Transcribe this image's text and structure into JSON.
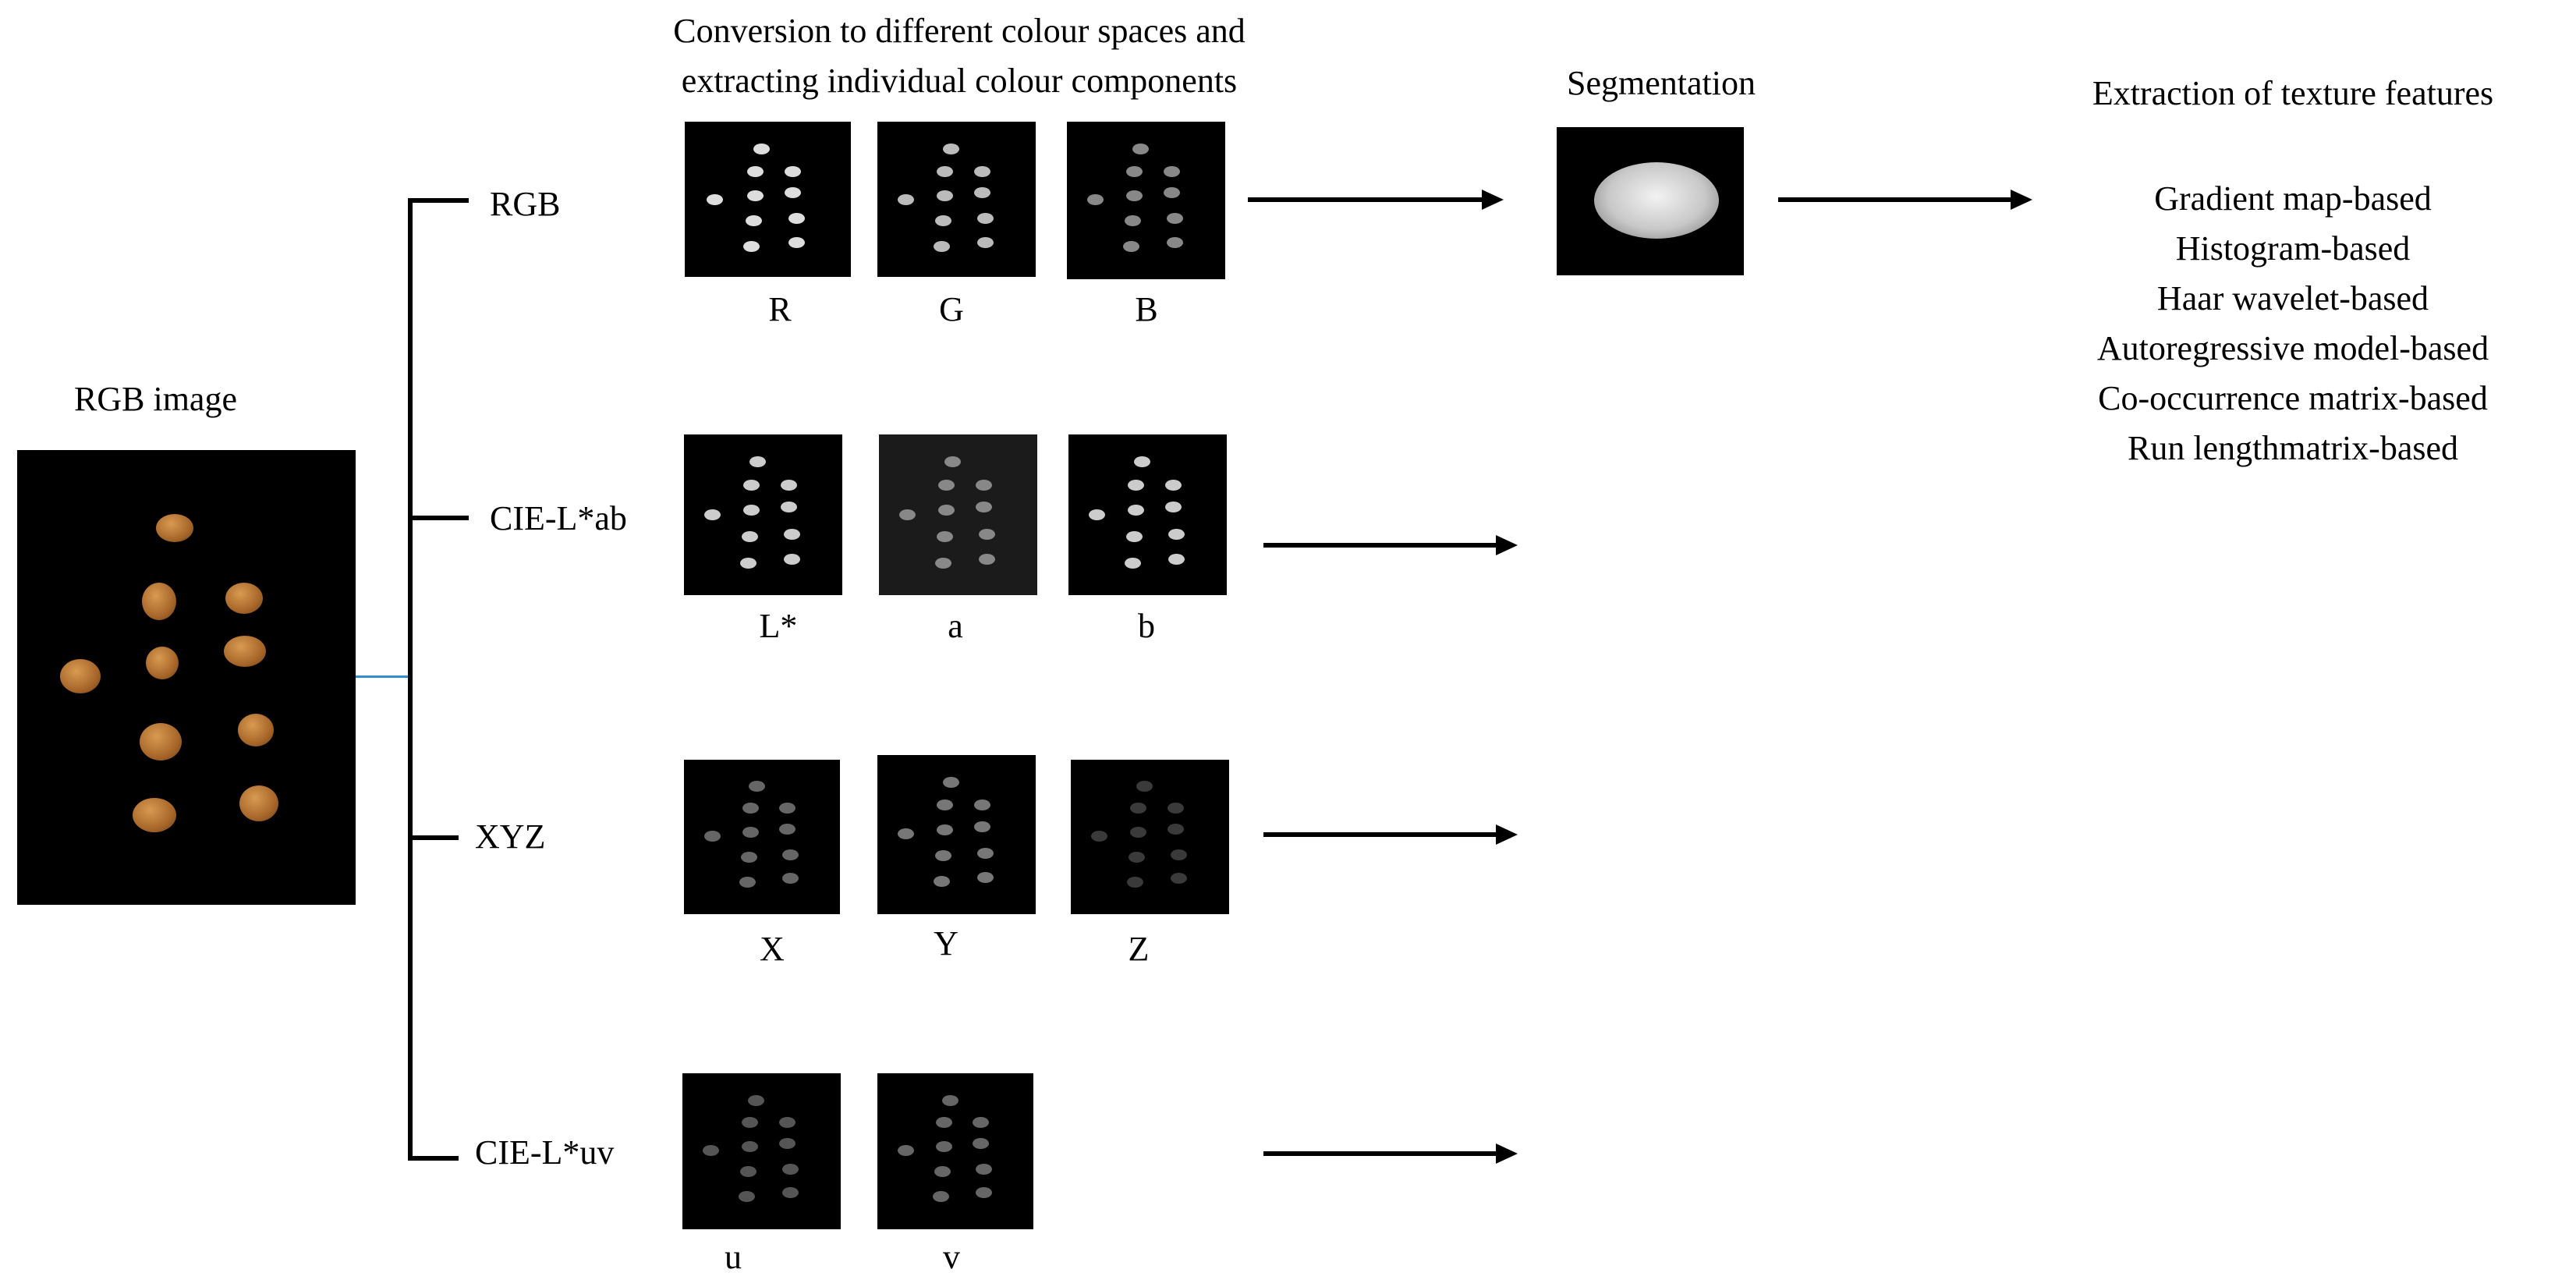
{
  "rgb_image": {
    "label": "RGB image"
  },
  "conversion": {
    "heading_line1": "Conversion to different colour spaces and",
    "heading_line2": "extracting  individual colour components"
  },
  "spaces": [
    {
      "name": "RGB",
      "channels": [
        "R",
        "G",
        "B"
      ]
    },
    {
      "name": "CIE-L*ab",
      "channels": [
        "L*",
        "a",
        "b"
      ]
    },
    {
      "name": "XYZ",
      "channels": [
        "X",
        "Y",
        "Z"
      ]
    },
    {
      "name": "CIE-L*uv",
      "channels": [
        "u",
        "v"
      ]
    }
  ],
  "segmentation": {
    "label": "Segmentation"
  },
  "texture": {
    "heading": "Extraction of  texture features",
    "methods": [
      "Gradient map-based",
      "Histogram-based",
      "Haar wavelet-based",
      "Autoregressive model-based",
      "Co-occurrence matrix-based",
      "Run lengthmatrix-based"
    ]
  },
  "colors": {
    "seed": "#a8672a",
    "tree_connector": "#2e8fd0"
  }
}
